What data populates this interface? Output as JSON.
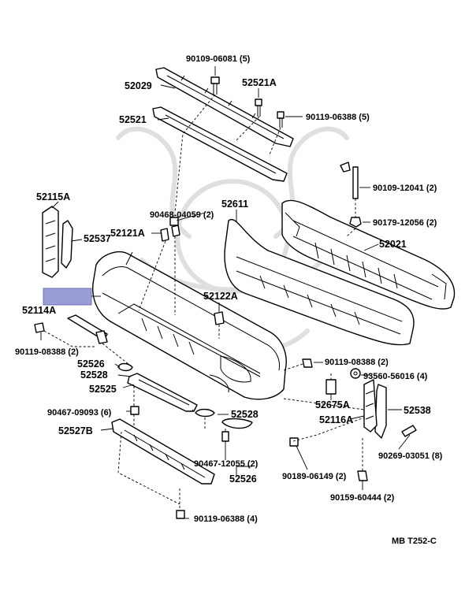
{
  "diagram": {
    "highlight_color": "#9a9ed6",
    "drawing_code": "MB T252-C",
    "labels": [
      {
        "id": "p90109_06081",
        "text": "90109-06081",
        "qty": "(5)"
      },
      {
        "id": "p52029",
        "text": "52029",
        "qty": ""
      },
      {
        "id": "p52521A",
        "text": "52521A",
        "qty": ""
      },
      {
        "id": "p52521",
        "text": "52521",
        "qty": ""
      },
      {
        "id": "p90119_06388_5",
        "text": "90119-06388",
        "qty": "(5)"
      },
      {
        "id": "p90109_12041",
        "text": "90109-12041",
        "qty": "(2)"
      },
      {
        "id": "p52115A",
        "text": "52115A",
        "qty": ""
      },
      {
        "id": "p90468_04059",
        "text": "90468-04059",
        "qty": "(2)"
      },
      {
        "id": "p52611",
        "text": "52611",
        "qty": ""
      },
      {
        "id": "p90179_12056",
        "text": "90179-12056",
        "qty": "(2)"
      },
      {
        "id": "p52121A",
        "text": "52121A",
        "qty": ""
      },
      {
        "id": "p52537",
        "text": "52537",
        "qty": ""
      },
      {
        "id": "p52021",
        "text": "52021",
        "qty": ""
      },
      {
        "id": "p52122A",
        "text": "52122A",
        "qty": ""
      },
      {
        "id": "p52114A",
        "text": "52114A",
        "qty": ""
      },
      {
        "id": "p90119_08388_a",
        "text": "90119-08388",
        "qty": "(2)"
      },
      {
        "id": "p90119_08388_b",
        "text": "90119-08388",
        "qty": "(2)"
      },
      {
        "id": "p52526_a",
        "text": "52526",
        "qty": ""
      },
      {
        "id": "p93560_56016",
        "text": "93560-56016",
        "qty": "(4)"
      },
      {
        "id": "p52528_a",
        "text": "52528",
        "qty": ""
      },
      {
        "id": "p52525",
        "text": "52525",
        "qty": ""
      },
      {
        "id": "p52675A",
        "text": "52675A",
        "qty": ""
      },
      {
        "id": "p52538",
        "text": "52538",
        "qty": ""
      },
      {
        "id": "p90467_09093",
        "text": "90467-09093",
        "qty": "(6)"
      },
      {
        "id": "p52528_b",
        "text": "52528",
        "qty": ""
      },
      {
        "id": "p52116A",
        "text": "52116A",
        "qty": ""
      },
      {
        "id": "p52527B",
        "text": "52527B",
        "qty": ""
      },
      {
        "id": "p90269_03051",
        "text": "90269-03051",
        "qty": "(8)"
      },
      {
        "id": "p90467_12055",
        "text": "90467-12055",
        "qty": "(2)"
      },
      {
        "id": "p90189_06149",
        "text": "90189-06149",
        "qty": "(2)"
      },
      {
        "id": "p52526_b",
        "text": "52526",
        "qty": ""
      },
      {
        "id": "p90159_60444",
        "text": "90159-60444",
        "qty": "(2)"
      },
      {
        "id": "p90119_06388_4",
        "text": "90119-06388",
        "qty": "(4)"
      }
    ]
  }
}
